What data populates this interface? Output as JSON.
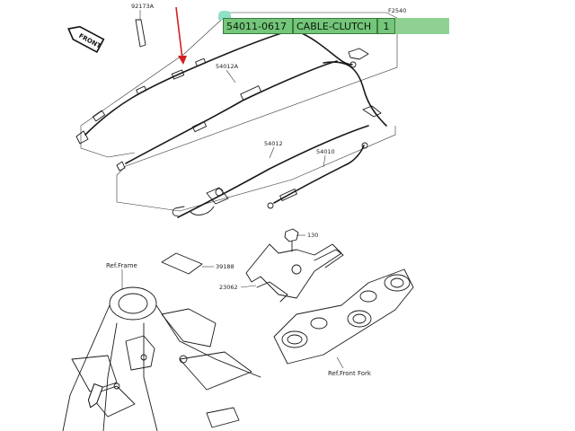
{
  "banner": {
    "part_number": "54011-0617",
    "description": "CABLE-CLUTCH",
    "quantity": "1",
    "trailing_text": "",
    "color": "#74c67a"
  },
  "callouts": {
    "c92173A": "92173A",
    "cF2540": "F2540",
    "c54012A": "54012A",
    "c54012": "54012",
    "c54010": "54010",
    "c130": "130",
    "c39188": "39188",
    "c23062": "23062"
  },
  "references": {
    "frame": "Ref.Frame",
    "front_fork": "Ref.Front Fork"
  },
  "front_badge": "FRONT",
  "marker_arrow": {
    "color": "#d42020"
  }
}
